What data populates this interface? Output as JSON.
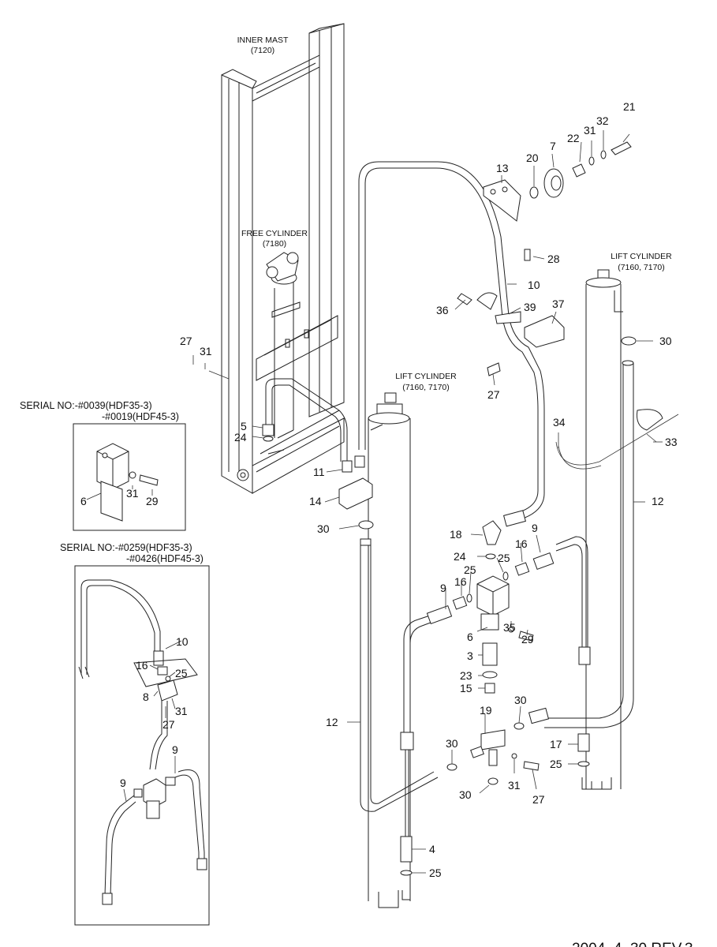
{
  "captions": {
    "inner_mast": [
      "INNER MAST",
      "(7120)"
    ],
    "free_cylinder": [
      "FREE CYLINDER",
      "(7180)"
    ],
    "lift_cylinder_center": [
      "LIFT CYLINDER",
      "(7160, 7170)"
    ],
    "lift_cylinder_right": [
      "LIFT CYLINDER",
      "(7160, 7170)"
    ]
  },
  "serial_boxes": [
    {
      "lines": [
        "SERIAL NO:-#0039(HDF35-3)",
        "-#0019(HDF45-3)"
      ]
    },
    {
      "lines": [
        "SERIAL NO:-#0259(HDF35-3)",
        "-#0426(HDF45-3)"
      ]
    }
  ],
  "callouts": {
    "c21": "21",
    "c32": "32",
    "c31a": "31",
    "c22": "22",
    "c7": "7",
    "c20": "20",
    "c13": "13",
    "c28": "28",
    "c10": "10",
    "c36": "36",
    "c39": "39",
    "c37": "37",
    "c30a": "30",
    "c27a": "27",
    "c31b": "31",
    "c27b": "27",
    "c5": "5",
    "c24a": "24",
    "c34": "34",
    "c33": "33",
    "c11": "11",
    "c14": "14",
    "c30b": "30",
    "c12a": "12",
    "c18": "18",
    "c9a": "9",
    "c16a": "16",
    "c24b": "24",
    "c25a": "25",
    "c25b": "25",
    "c9b": "9",
    "c16b": "16",
    "c35": "35",
    "c29a": "29",
    "c6a": "6",
    "c3": "3",
    "c23": "23",
    "c15": "15",
    "c12b": "12",
    "c19": "19",
    "c30c": "30",
    "c30d": "30",
    "c17": "17",
    "c25c": "25",
    "c31c": "31",
    "c27c": "27",
    "c30e": "30",
    "c4": "4",
    "c25d": "25",
    "c6b": "6",
    "c31d": "31",
    "c29b": "29",
    "c10b": "10",
    "c16c": "16",
    "c25e": "25",
    "c8": "8",
    "c31e": "31",
    "c27d": "27",
    "c9c": "9",
    "c9d": "9"
  },
  "footer": "2004. 4. 30 REV.3"
}
